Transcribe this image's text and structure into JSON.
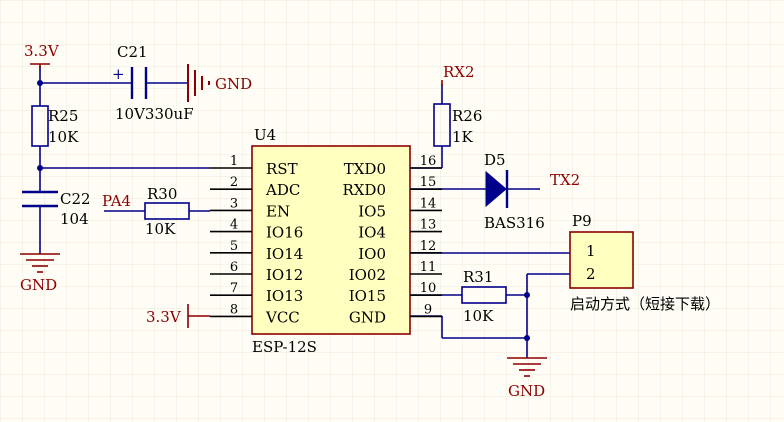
{
  "colors": {
    "wire": "#00008b",
    "net": "#8b0000",
    "ic_fill": "#ffffc0",
    "ic_border": "#8b0000",
    "pin": "#000000",
    "text": "#000000",
    "des": "#00008b",
    "grid": "#ececdc"
  },
  "labels": {
    "v33_top": "3.3V",
    "c21": "C21",
    "c21_value": "10V330uF",
    "gnd": "GND",
    "r25": "R25",
    "r25_value": "10K",
    "c22": "C22",
    "c22_value": "104",
    "pa4": "PA4",
    "r30": "R30",
    "r30_value": "10K",
    "v33_vcc": "3.3V",
    "u4": "U4",
    "esp": "ESP-12S",
    "rx2": "RX2",
    "r26": "R26",
    "r26_value": "1K",
    "d5": "D5",
    "d5_value": "BAS316",
    "tx2": "TX2",
    "p9": "P9",
    "p9_pin1": "1",
    "p9_pin2": "2",
    "r31": "R31",
    "r31_value": "10K",
    "boot_note": "启动方式（短接下载）",
    "plus": "+"
  },
  "pins_left": [
    {
      "num": "1",
      "name": "RST"
    },
    {
      "num": "2",
      "name": "ADC"
    },
    {
      "num": "3",
      "name": "EN"
    },
    {
      "num": "4",
      "name": "IO16"
    },
    {
      "num": "5",
      "name": "IO14"
    },
    {
      "num": "6",
      "name": "IO12"
    },
    {
      "num": "7",
      "name": "IO13"
    },
    {
      "num": "8",
      "name": "VCC"
    }
  ],
  "pins_right": [
    {
      "num": "16",
      "name": "TXD0"
    },
    {
      "num": "15",
      "name": "RXD0"
    },
    {
      "num": "14",
      "name": "IO5"
    },
    {
      "num": "13",
      "name": "IO4"
    },
    {
      "num": "12",
      "name": "IO0"
    },
    {
      "num": "11",
      "name": "IO02"
    },
    {
      "num": "10",
      "name": "IO15"
    },
    {
      "num": "9",
      "name": "GND"
    }
  ]
}
